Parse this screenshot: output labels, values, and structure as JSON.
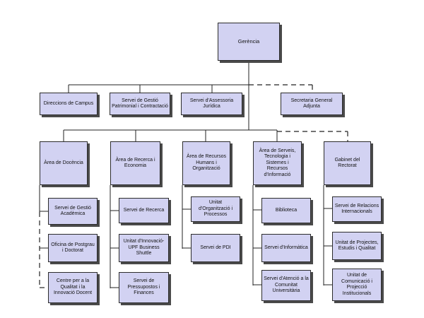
{
  "chart_data": {
    "type": "diagram",
    "root": "Gerència",
    "first_level": [
      "Direccions de Campus",
      "Servei de Gestió Patrimonial i Contractació",
      "Servei d'Assessoria Jurídica"
    ],
    "dashed_staff": "Secretaria General Adjunta",
    "areas": [
      {
        "name": "Àrea de Docència",
        "units": [
          "Servei de Gestió Acadèmica",
          "Oficina de Postgrau i Doctorat",
          "Centre per a la Qualitat i la Innovació Docent"
        ]
      },
      {
        "name": "Àrea de Recerca i Economia",
        "units": [
          "Servei de Recerca",
          "Unitat d'Innovació-UPF Business Shuttle",
          "Servei de Pressupostos i Finances"
        ]
      },
      {
        "name": "Àrea de Recursos Humans i Organització",
        "units": [
          "Unitat d'Organització i Processos",
          "Servei de PDI"
        ]
      },
      {
        "name": "Àrea de Serveis, Tecnologia i Sistemes i Recursos d'Informació",
        "units": [
          "Biblioteca",
          "Servei d'Informàtica",
          "Servei d'Atenció a la Comunitat Universitària"
        ]
      },
      {
        "name": "Gabinet del Rectorat",
        "dashed": true,
        "units": [
          "Servei de Relacions Internacionals",
          "Unitat de Projectes, Estudis i Qualitat",
          "Unitat de Comunicació i Projecció Institucionals"
        ]
      }
    ]
  }
}
